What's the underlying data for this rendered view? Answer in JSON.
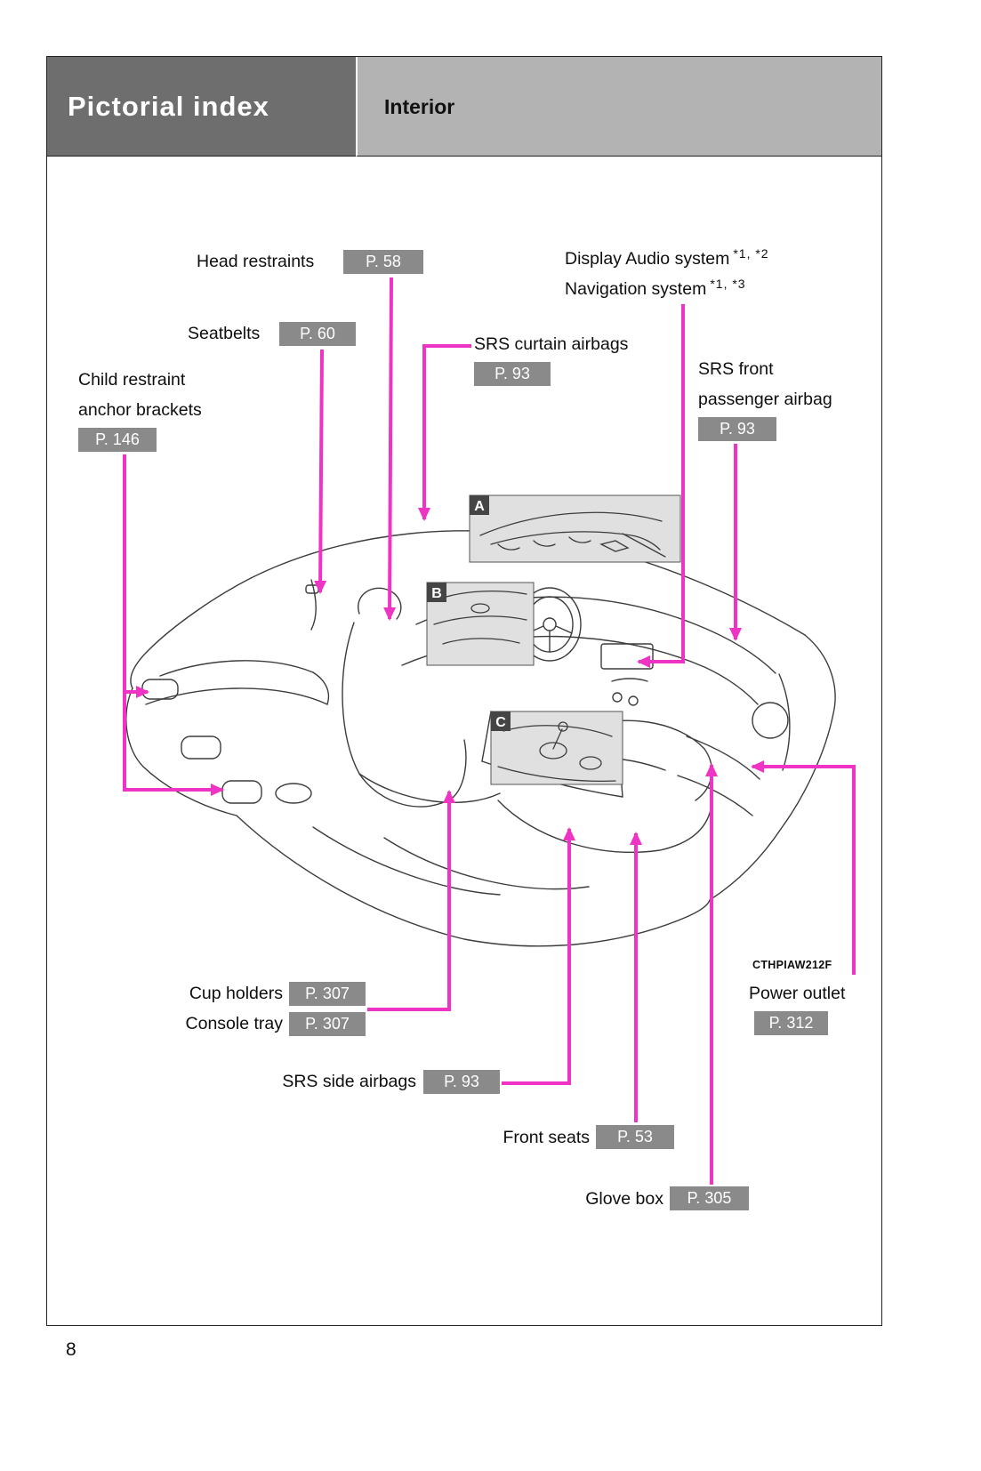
{
  "header": {
    "title": "Pictorial index",
    "subtitle": "Interior"
  },
  "page_number": "8",
  "figure": {
    "code": "CTHPIAW212F",
    "inset_labels": {
      "a": "A",
      "b": "B",
      "c": "C"
    }
  },
  "callouts": {
    "head_restraints": {
      "label": "Head restraints",
      "page": "P. 58"
    },
    "display_audio": {
      "line1": "Display Audio system",
      "line1_note": "*1, *2",
      "line2": "Navigation system",
      "line2_note": "*1, *3"
    },
    "seatbelts": {
      "label": "Seatbelts",
      "page": "P. 60"
    },
    "srs_curtain_airbags": {
      "label": "SRS curtain airbags",
      "page": "P. 93"
    },
    "child_restraint_anchor_brackets": {
      "line1": "Child restraint",
      "line2": "anchor brackets",
      "page": "P. 146"
    },
    "srs_front_passenger_airbag": {
      "line1": "SRS front",
      "line2": "passenger airbag",
      "page": "P. 93"
    },
    "cup_holders": {
      "label": "Cup holders",
      "page": "P. 307"
    },
    "console_tray": {
      "label": "Console tray",
      "page": "P. 307"
    },
    "srs_side_airbags": {
      "label": "SRS side airbags",
      "page": "P. 93"
    },
    "front_seats": {
      "label": "Front seats",
      "page": "P. 53"
    },
    "glove_box": {
      "label": "Glove box",
      "page": "P. 305"
    },
    "power_outlet": {
      "label": "Power outlet",
      "page": "P. 312"
    }
  },
  "colors": {
    "accent": "#ef33c4",
    "page_box": "#8a8a8a",
    "header_dark": "#6e6e6e",
    "header_light": "#b3b3b3",
    "inset_label": "#454545",
    "line_art": "#3c3c3c"
  }
}
